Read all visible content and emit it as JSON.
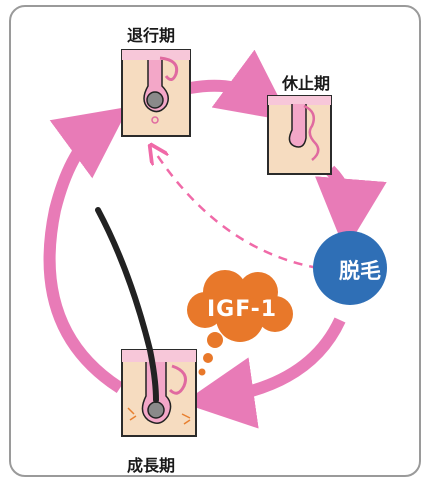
{
  "diagram": {
    "stages": {
      "catagen": "退行期",
      "telogen": "休止期",
      "anagen": "成長期"
    },
    "shedding": "脱毛",
    "factor": "IGF-1"
  },
  "colors": {
    "arrow_pink": "#e87bb7",
    "dashed_pink": "#f06aa8",
    "shedding_blue": "#2f6fb6",
    "igf_orange": "#e8782a",
    "skin": "#f6dcc0",
    "skin_border": "#2b2b2b",
    "follicle_pink": "#f3a7c8",
    "hair": "#222222"
  }
}
